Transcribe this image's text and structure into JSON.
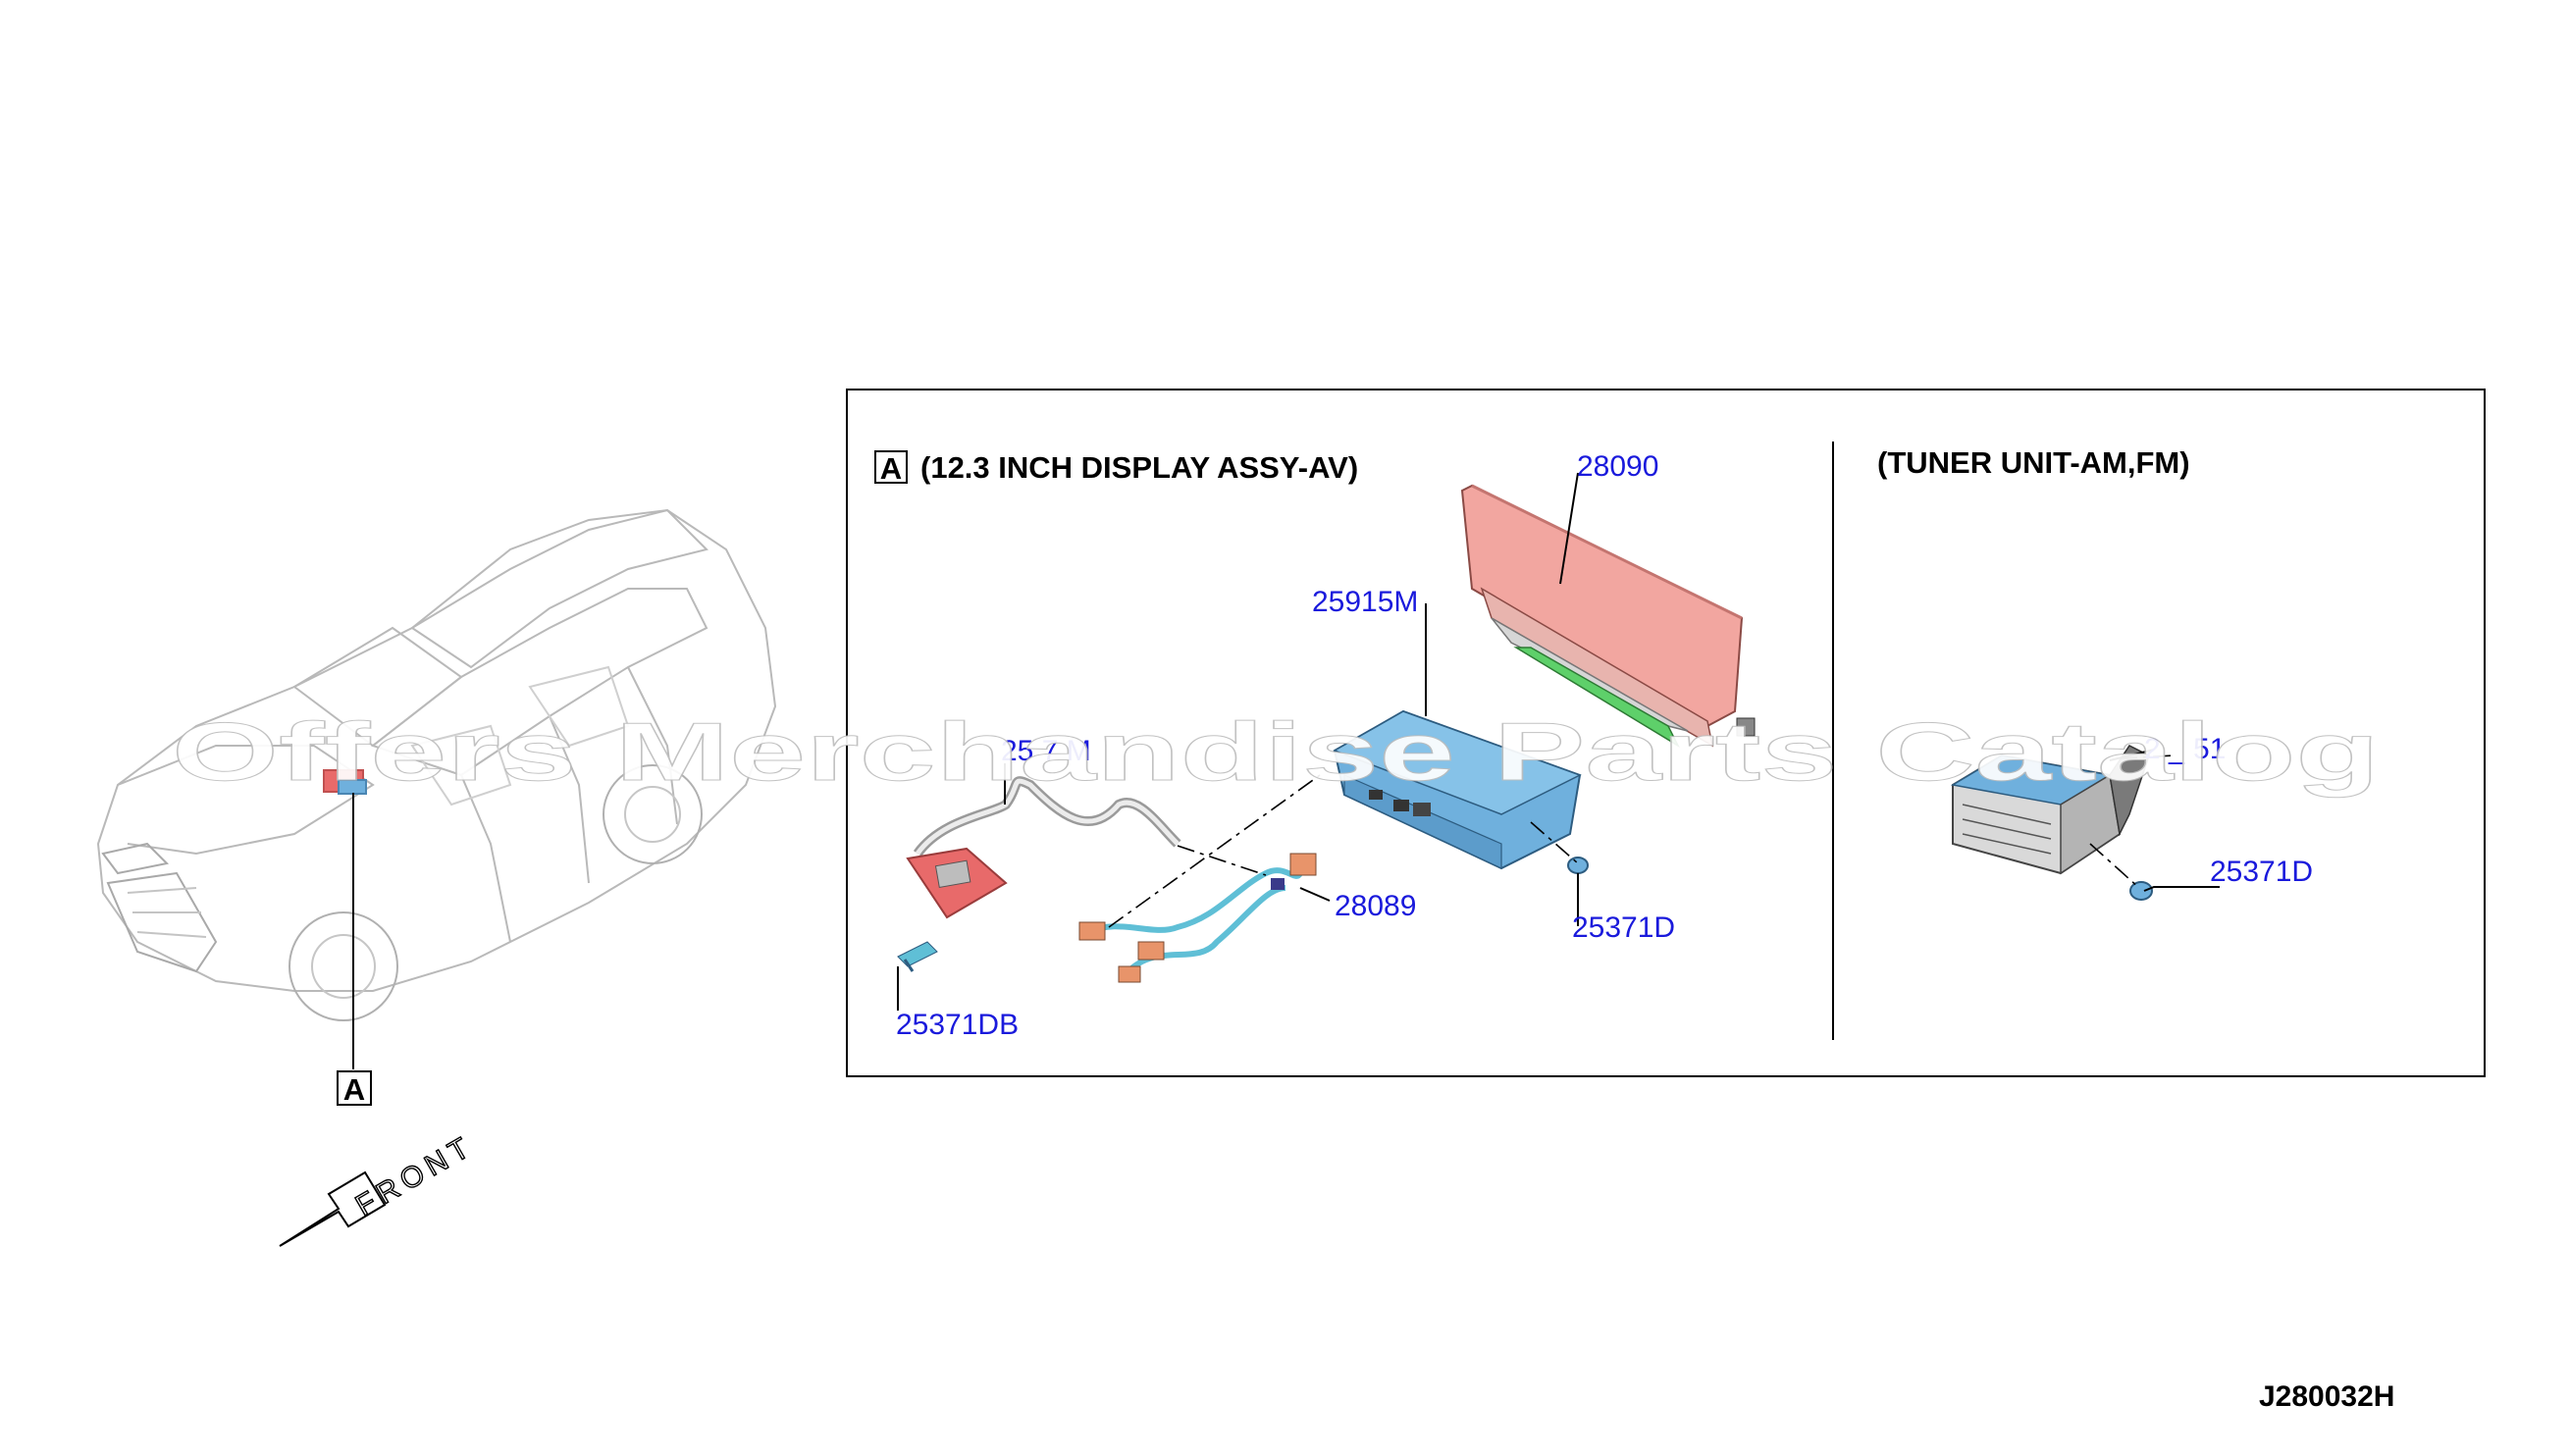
{
  "overview": {
    "view_marker": "A",
    "front_label": "FRONT"
  },
  "panel": {
    "section_a": {
      "marker": "A",
      "title": "(12.3 INCH DISPLAY ASSY-AV)",
      "parts": [
        {
          "id": "p1",
          "label": "28090"
        },
        {
          "id": "p2",
          "label": "25915M"
        },
        {
          "id": "p3",
          "label": "25 7 M"
        },
        {
          "id": "p4",
          "label": "28089"
        },
        {
          "id": "p5",
          "label": "25371D"
        },
        {
          "id": "p6",
          "label": "25371DB"
        }
      ]
    },
    "section_b": {
      "title": "(TUNER UNIT-AM,FM)",
      "parts": [
        {
          "id": "p7",
          "label": "2 _ 51"
        },
        {
          "id": "p8",
          "label": "25371D"
        }
      ]
    }
  },
  "watermark": "Offers Merchandise Parts Catalog",
  "diagram_code": "J280032H",
  "colors": {
    "part_label": "#1a1adc",
    "display_unit": "#f2a6a0",
    "av_unit": "#6fb0dd",
    "harness": "#5fbfd6",
    "bracket": "#e86a6a",
    "tuner": "#7a7a7a",
    "circuit_board": "#5ed06a"
  }
}
